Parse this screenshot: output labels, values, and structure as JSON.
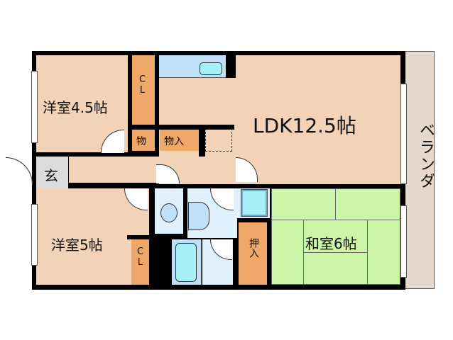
{
  "rooms": {
    "western1": "洋室4.5帖",
    "western2": "洋室5帖",
    "ldk": "LDK12.5帖",
    "japanese": "和室6帖",
    "entrance": "玄",
    "closet_top": "CL",
    "closet_bottom": "CL",
    "storage_small": "物",
    "storage": "物入",
    "oshiire": "押入",
    "balcony": "ベランダ"
  },
  "colors": {
    "room": "#f2d3b8",
    "closet": "#f0a868",
    "wet_area": "#dff0ff",
    "tatami": "#ccf5a8",
    "balcony": "#e6d8cc",
    "entrance": "#dcdcdc"
  }
}
